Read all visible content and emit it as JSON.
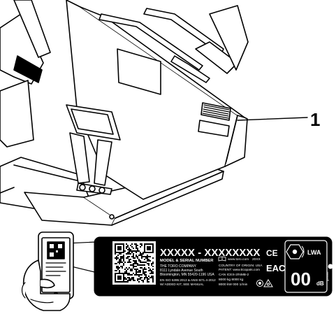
{
  "callout": {
    "number": "1"
  },
  "plate": {
    "model_placeholder": "XXXXX - XXXXXXXX",
    "model_label": "MODEL & SERIAL NUMBER",
    "company": "THE TORO COMPANY",
    "address": "8111 Lyndale Avenue South",
    "city": "Bloomington, MN 55420-1196 USA",
    "standards": "EN ISO 5395:2013 & ANSI B71.4-2012",
    "kit_note": "W/ ADDED KIT, SEE MANUAL",
    "website": "www.toro.com",
    "year": "20XX",
    "origin": "COUNTRY OF ORIGIN: USA",
    "patent": "PATENT: www.ttcopats.com",
    "can_ices": "CAN ICES-2/NMB-2",
    "mass": "8000 kg    8000 kg",
    "power": "8000 kW   000 1/min",
    "ce_mark": "CE",
    "eac_mark": "EAC",
    "sound_label": "LWA",
    "sound_value": "00",
    "sound_unit": "dB",
    "ref_code": "g00000"
  },
  "colors": {
    "ink": "#000000",
    "paper": "#ffffff",
    "shade": "#dcdcdc"
  },
  "icons": [
    "phone-icon",
    "hand-icon",
    "qr-code-icon",
    "book-icon",
    "ce-mark-icon",
    "eac-mark-icon",
    "sound-power-icon",
    "recycle-icon",
    "triangle-mark-icon"
  ]
}
